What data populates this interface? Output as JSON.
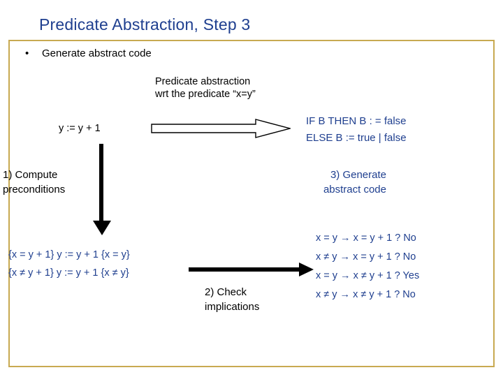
{
  "slide": {
    "title": "Predicate Abstraction, Step 3",
    "bullet_marker": "•",
    "bullet_text": "Generate abstract code",
    "caption_top_line1": "Predicate abstraction",
    "caption_top_line2": "wrt the predicate “x=y”",
    "assignment": "y := y + 1",
    "abstract_code_line1": "IF B THEN B : = false",
    "abstract_code_line2": "ELSE B := true | false",
    "step1_line1": "1) Compute",
    "step1_line2": "preconditions",
    "step2_line1": "2) Check",
    "step2_line2": "implications",
    "step3_line1": "3) Generate",
    "step3_line2": "abstract code",
    "hoare_triples": [
      "{x = y + 1}  y := y + 1  {x = y}",
      "{x ≠ y + 1}  y := y + 1  {x ≠ y}"
    ],
    "implications": [
      "x = y  →  x = y + 1 ?  No",
      "x ≠ y  →  x = y + 1 ?  No",
      "x = y  →  x ≠ y + 1 ?  Yes",
      "x ≠ y  →  x ≠ y + 1 ?   No"
    ],
    "colors": {
      "title": "#1f3f8f",
      "accent_rule": "#c8a951",
      "blue_text": "#1f3f8f",
      "body_text": "#000000"
    }
  }
}
